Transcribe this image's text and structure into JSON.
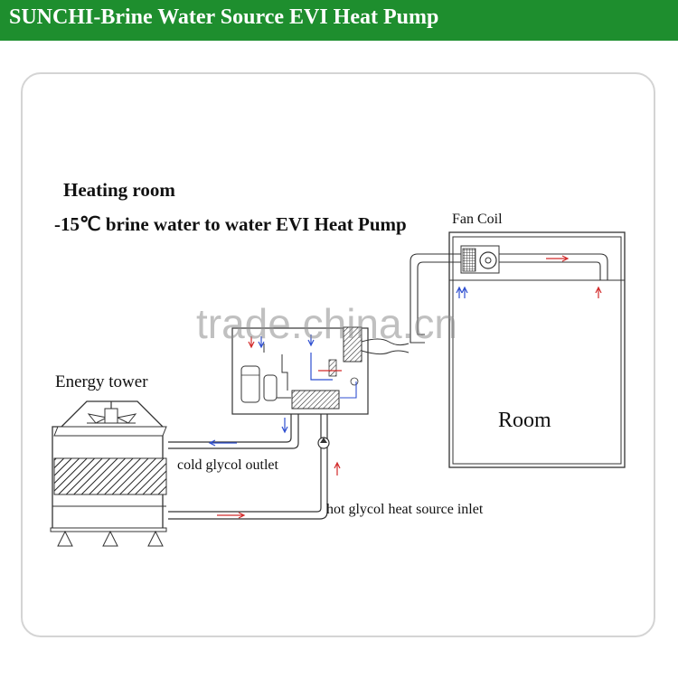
{
  "banner": {
    "title": "SUNCHI-Brine Water Source EVI Heat Pump",
    "color": "#1e8e2e"
  },
  "labels": {
    "heating_room": "Heating room",
    "system": "-15℃ brine water to water EVI Heat Pump",
    "fan_coil": "Fan Coil",
    "room": "Room",
    "energy_tower": "Energy tower",
    "cold_outlet": "cold glycol outlet",
    "hot_inlet": "hot glycol heat source inlet"
  },
  "watermark": "trade.china.cn",
  "colors": {
    "cold_flow": "#2f4fd0",
    "hot_flow": "#d22a2a",
    "pipe": "#333333"
  }
}
